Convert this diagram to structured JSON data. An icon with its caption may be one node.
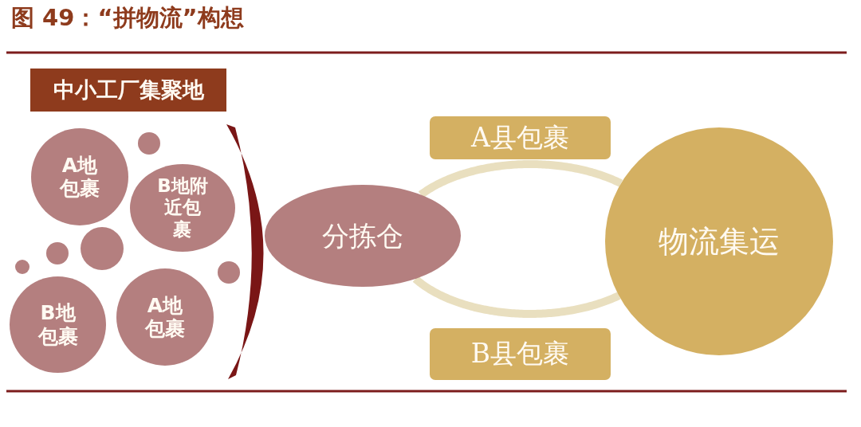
{
  "diagram": {
    "title": "图 49：“拼物流”构想",
    "nodes": [
      {
        "text": [
          "中小工厂集聚地"
        ]
      },
      {
        "text": [
          "A地包裹"
        ]
      },
      {
        "text": [],
        "shape": "circle"
      },
      {
        "text": [
          "B地附近包裹"
        ]
      },
      {
        "text": [],
        "shape": "circle"
      },
      {
        "text": [],
        "shape": "circle"
      },
      {
        "text": [],
        "shape": "circle"
      },
      {
        "text": [],
        "shape": "circle"
      },
      {
        "text": [
          "B地包裹"
        ]
      },
      {
        "text": [
          "A地包裹"
        ]
      },
      {
        "text": [],
        "shape": "bracket"
      },
      {
        "text": [
          "分拣仓"
        ]
      },
      {
        "text": [
          "A县包裹"
        ]
      },
      {
        "text": [
          "B县包裹"
        ]
      },
      {
        "text": [
          "物流集运"
        ]
      }
    ],
    "edges": [
      {
        "from": 11,
        "to": 14,
        "arrow": "none"
      },
      {
        "from": 11,
        "to": 14,
        "arrow": "none"
      }
    ]
  }
}
